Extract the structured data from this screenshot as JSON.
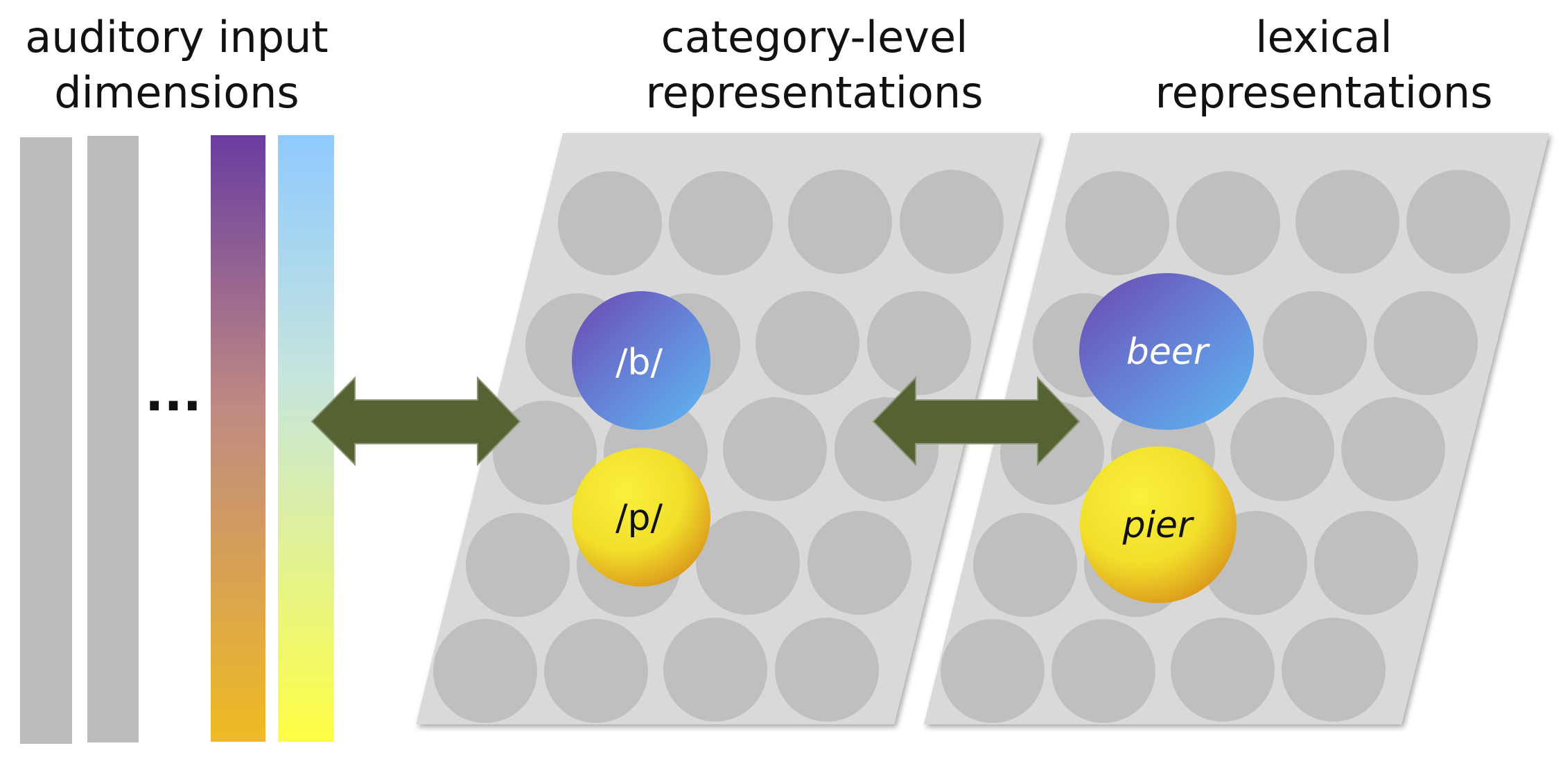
{
  "headings": {
    "input": {
      "line1": "auditory input",
      "line2": "dimensions"
    },
    "category": {
      "line1": "category-level",
      "line2": "representations"
    },
    "lexical": {
      "line1": "lexical",
      "line2": "representations"
    }
  },
  "input_panel": {
    "ellipsis": "...",
    "gradient_bar_1": {
      "top_color": "#6a3da0",
      "bottom_color": "#f0bb22"
    },
    "gradient_bar_2": {
      "top_color": "#8fcaff",
      "bottom_color": "#ffff44"
    }
  },
  "category_panel": {
    "active_nodes": [
      {
        "label": "/b/",
        "style": "blue",
        "italic": false
      },
      {
        "label": "/p/",
        "style": "yellow",
        "italic": false
      }
    ]
  },
  "lexical_panel": {
    "active_nodes": [
      {
        "label": "beer",
        "style": "blue",
        "italic": true
      },
      {
        "label": "pier",
        "style": "yellow",
        "italic": true
      }
    ]
  },
  "colors": {
    "arrow": "#556231",
    "panel": "#d9d9d9",
    "node": "#bfbfbf",
    "bar": "#bcbcbc",
    "blue_node_start": "#6b5bbd",
    "blue_node_end": "#5cb4f2",
    "yellow_node_start": "#f6ec34",
    "yellow_node_end": "#dc931b"
  }
}
